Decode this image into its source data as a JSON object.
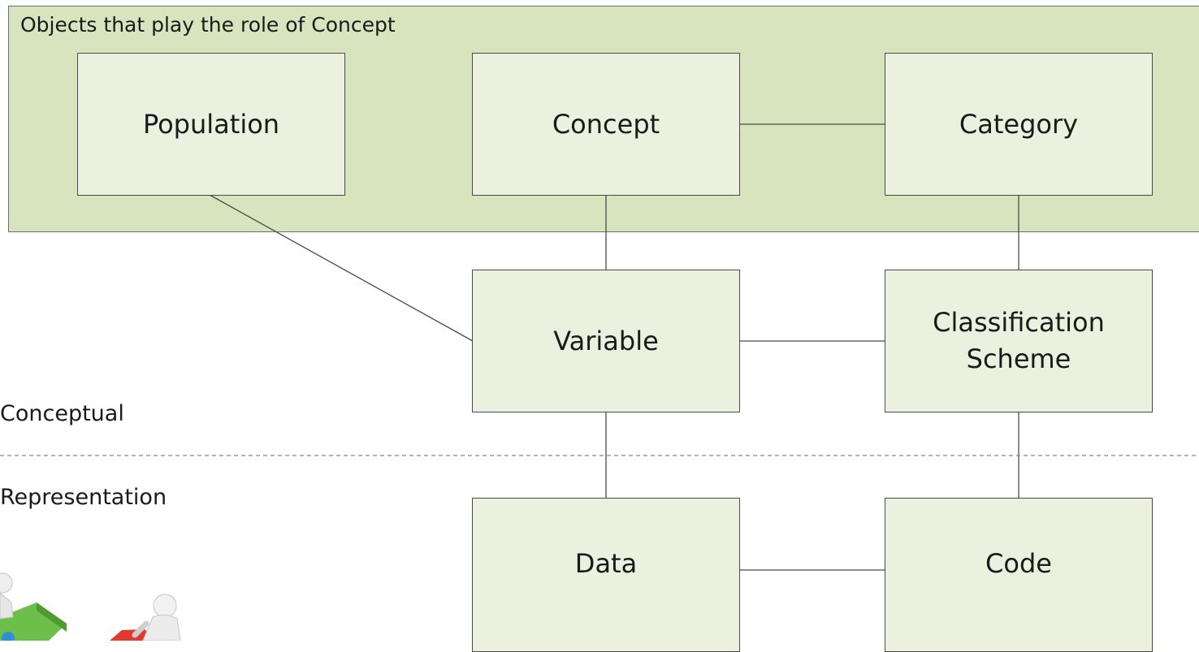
{
  "region": {
    "title": "Objects that play the role of Concept",
    "fill": "#d7e4bd"
  },
  "nodes": {
    "population": "Population",
    "concept": "Concept",
    "category": "Category",
    "variable": "Variable",
    "classification_scheme": "Classification\nScheme",
    "data": "Data",
    "code": "Code"
  },
  "layers": {
    "upper": "Conceptual",
    "lower": "Representation"
  },
  "colors": {
    "box_fill": "#ebf1de",
    "line": "#4a4a4a"
  },
  "decoration": {
    "icon": "puzzle-people-icon"
  }
}
